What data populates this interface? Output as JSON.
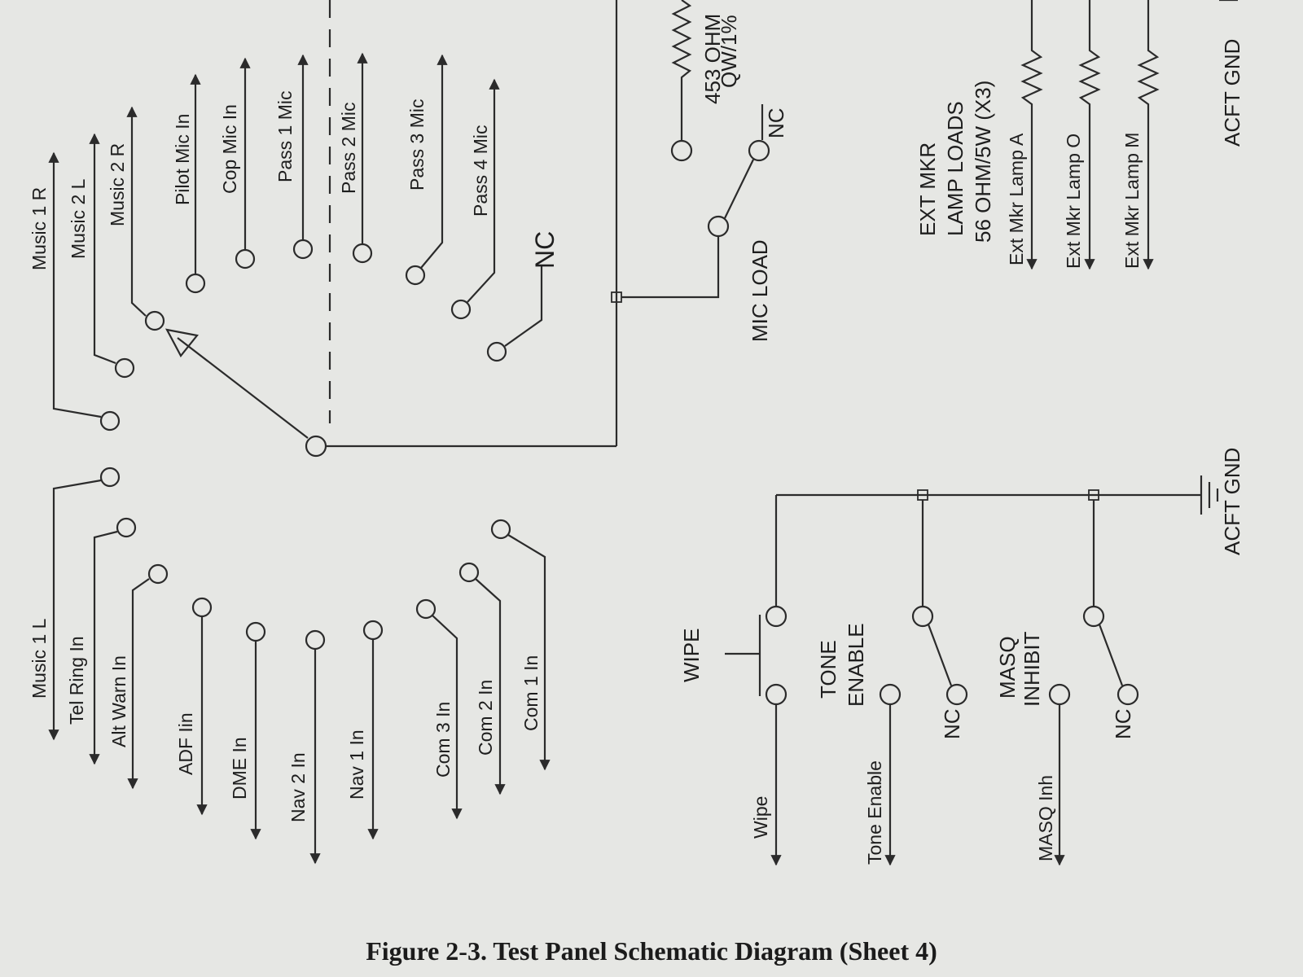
{
  "labels": {
    "music1r": "Music 1 R",
    "music2l": "Music 2 L",
    "music2r": "Music 2 R",
    "pilot_mic": "Pilot Mic In",
    "cop_mic": "Cop Mic In",
    "pass1": "Pass 1 Mic",
    "pass2": "Pass 2 Mic",
    "pass3": "Pass 3 Mic",
    "pass4": "Pass 4 Mic",
    "nc_main": "NC",
    "music1l": "Music 1 L",
    "tel_ring": "Tel Ring In",
    "alt_warn": "Alt Warn In",
    "adf": "ADF Iin",
    "dme": "DME In",
    "nav2": "Nav 2 In",
    "nav1": "Nav 1 In",
    "com3": "Com 3 In",
    "com2": "Com 2 In",
    "com1": "Com 1 In",
    "resistor_value": "453 OHM",
    "resistor_spec": "QW/1%",
    "mic_load": "MIC LOAD",
    "nc_mic": "NC",
    "ext_mkr_line1": "EXT MKR",
    "ext_mkr_line2": "LAMP LOADS",
    "ext_mkr_line3": "56 OHM/5W (X3)",
    "lamp_a": "Ext Mkr Lamp A",
    "lamp_o": "Ext Mkr Lamp O",
    "lamp_m": "Ext Mkr Lamp M",
    "acft_gnd_top": "ACFT GND",
    "acft_gnd_mid": "ACFT GND",
    "wipe_switch": "WIPE",
    "wipe_signal": "Wipe",
    "tone_enable_1": "TONE",
    "tone_enable_2": "ENABLE",
    "tone_signal": "Tone Enable",
    "nc_tone": "NC",
    "masq_1": "MASQ",
    "masq_2": "INHIBIT",
    "masq_signal": "MASQ Inh",
    "nc_masq": "NC"
  },
  "caption": "Figure 2-3.  Test Panel Schematic Diagram (Sheet 4)"
}
